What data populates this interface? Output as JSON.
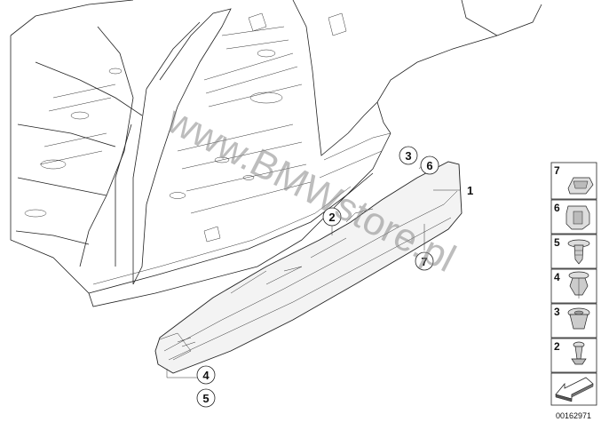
{
  "diagram": {
    "callouts": [
      {
        "id": "c1",
        "label": "1"
      },
      {
        "id": "c2",
        "label": "2"
      },
      {
        "id": "c3",
        "label": "3"
      },
      {
        "id": "c6",
        "label": "6"
      },
      {
        "id": "c7",
        "label": "7"
      },
      {
        "id": "c4",
        "label": "4"
      },
      {
        "id": "c5",
        "label": "5"
      }
    ],
    "watermark": "www.BMWstore.pl"
  },
  "legend": {
    "items": [
      {
        "number": "7",
        "icon": "clip-nut-icon"
      },
      {
        "number": "6",
        "icon": "expanding-clip-icon"
      },
      {
        "number": "5",
        "icon": "push-rivet-icon"
      },
      {
        "number": "4",
        "icon": "spreader-rivet-icon"
      },
      {
        "number": "3",
        "icon": "grommet-icon"
      },
      {
        "number": "2",
        "icon": "screw-icon"
      }
    ],
    "arrow_icon": "direction-arrow-icon"
  },
  "document_number": "00162971"
}
